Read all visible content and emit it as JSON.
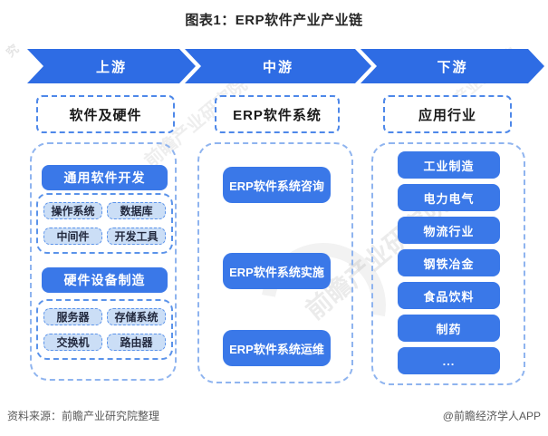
{
  "title": "图表1：ERP软件产业产业链",
  "stages": [
    {
      "label": "上游"
    },
    {
      "label": "中游"
    },
    {
      "label": "下游"
    }
  ],
  "columns": {
    "upstream": {
      "header": "软件及硬件",
      "groups": [
        {
          "title": "通用软件开发",
          "items": [
            "操作系统",
            "数据库",
            "中间件",
            "开发工具"
          ]
        },
        {
          "title": "硬件设备制造",
          "items": [
            "服务器",
            "存储系统",
            "交换机",
            "路由器"
          ]
        }
      ]
    },
    "midstream": {
      "header": "ERP软件系统",
      "items": [
        "ERP软件系统咨询",
        "ERP软件系统实施",
        "ERP软件系统运维"
      ]
    },
    "downstream": {
      "header": "应用行业",
      "items": [
        "工业制造",
        "电力电气",
        "物流行业",
        "钢铁冶金",
        "食品饮料",
        "制药",
        "..."
      ]
    }
  },
  "footer": {
    "source": "资料来源：前瞻产业研究院整理",
    "credit": "@前瞻经济学人APP"
  },
  "watermarks": {
    "brand": "前瞻产业研究院",
    "corner": "究"
  },
  "colors": {
    "arrow_blue": "#2E6CE4",
    "button_blue": "#3A78E8",
    "chip_fill": "#CBDEF6",
    "chip_border": "#5B93EA",
    "header_border": "#4E88E9",
    "container_border": "#8FB4EF",
    "footer_text": "#595959"
  }
}
